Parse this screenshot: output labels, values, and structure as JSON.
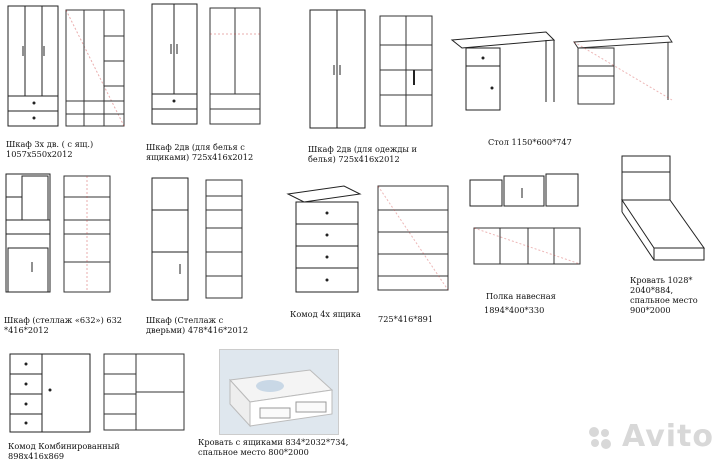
{
  "catalog": {
    "items": [
      {
        "key": "wardrobe3",
        "line1": "Шкаф 3х дв. ( с ящ.)",
        "line2": "1057х550х2012"
      },
      {
        "key": "wardrobe2a",
        "line1": "Шкаф 2дв (для белья с",
        "line2": "ящиками)  725x416x2012"
      },
      {
        "key": "wardrobe2b",
        "line1": "Шкаф 2дв (для одежды и",
        "line2": "белья)    725x416x2012"
      },
      {
        "key": "desk",
        "line1": "Стол  1150*600*747",
        "line2": ""
      },
      {
        "key": "shelving632",
        "line1": "Шкаф (стеллаж «632»)  632",
        "line2": "*416*2012"
      },
      {
        "key": "shelvingdoors",
        "line1": "Шкаф (Стеллаж с",
        "line2": "дверьми) 478*416*2012"
      },
      {
        "key": "dresser4",
        "line1": "Комод 4х ящика",
        "line2": ""
      },
      {
        "key": "dresser4dims",
        "line1": "725*416*891",
        "line2": ""
      },
      {
        "key": "wallshelf",
        "line1": "Полка навесная",
        "line2": ""
      },
      {
        "key": "wallshelfdims",
        "line1": "1894*400*330",
        "line2": ""
      },
      {
        "key": "bed",
        "line1": "Кровать 1028*",
        "line2": "2040*884,",
        "line3": "спальное место",
        "line4": "900*2000"
      },
      {
        "key": "combodresser",
        "line1": "Комод Комбинированный",
        "line2": "898х416х869"
      },
      {
        "key": "beddrawers",
        "line1": "Кровать с ящиками  834*2032*734,",
        "line2": "спальное место 800*2000"
      }
    ]
  },
  "watermark": {
    "text": "Avito",
    "icon": "avito-dots-icon"
  }
}
